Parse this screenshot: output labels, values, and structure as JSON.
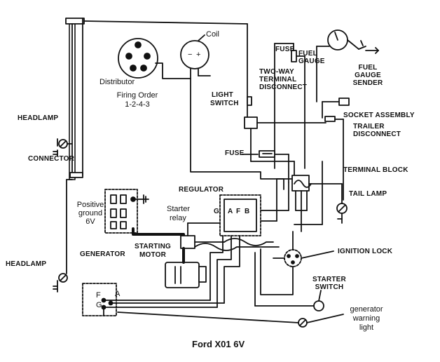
{
  "labels": {
    "headlamp_top": "HEADLAMP",
    "connector": "CONNECTOR",
    "headlamp_bottom": "HEADLAMP",
    "distributor": "Distributor",
    "coil": "Coil",
    "firing_order_1": "Firing Order",
    "firing_order_2": "1-2-4-3",
    "fuse_top": "FUSE",
    "fuel_gauge_1": "FUEL",
    "fuel_gauge_2": "GAUGE",
    "fuel_sender_1": "FUEL",
    "fuel_sender_2": "GAUGE",
    "fuel_sender_3": "SENDER",
    "two_way_1": "TWO-WAY",
    "two_way_2": "TERMINAL",
    "two_way_3": "DISCONNECT",
    "light_switch_1": "LIGHT",
    "light_switch_2": "SWITCH",
    "socket_assembly": "SOCKET ASSEMBLY",
    "trailer_1": "TRAILER",
    "trailer_2": "DISCONNECT",
    "fuse_mid": "FUSE",
    "terminal_block": "TERMINAL BLOCK",
    "regulator": "REGULATOR",
    "tail_lamp": "TAIL LAMP",
    "positive_1": "Positive",
    "positive_2": "ground",
    "positive_3": "6V",
    "starter_relay_1": "Starter",
    "starter_relay_2": "relay",
    "reg_g": "G",
    "reg_a": "A",
    "reg_f": "F",
    "reg_b": "B",
    "generator": "GENERATOR",
    "starting_1": "STARTING",
    "starting_2": "MOTOR",
    "ignition_lock": "IGNITION LOCK",
    "starter_switch_1": "STARTER",
    "starter_switch_2": "SWITCH",
    "gen_f": "F",
    "gen_g": "G",
    "gen_a": "A",
    "warning_1": "generator",
    "warning_2": "warning",
    "warning_3": "light",
    "title": "Ford X01 6V"
  }
}
